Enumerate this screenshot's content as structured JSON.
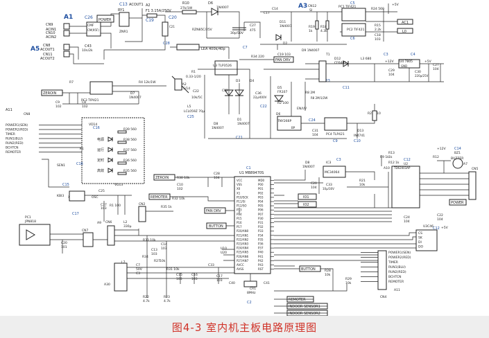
{
  "caption": "图4-3 室内机主板电路原理图",
  "colors": {
    "caption": "#d03228",
    "ref_highlight": "#1f4fa0",
    "caption_bg": "#eeeeee",
    "wire": "#222222"
  },
  "top_left": {
    "cn9_lines": [
      "CN9",
      "ACIN1"
    ],
    "cn10_lines": [
      "CN10",
      "ACIN2"
    ],
    "cn8_lines": [
      "CN8",
      "ACOUT1"
    ],
    "cn11_lines": [
      "CN11",
      "ACOUT2"
    ],
    "a1": "A1",
    "a5": "A5",
    "c26": "C26",
    "ry1": "RY1",
    "c13": "C13",
    "acout1": "ACOUT1",
    "c19": "C19",
    "c20": "C20",
    "power": "POWER",
    "varistor": "ZNR1",
    "cmf_lines": [
      "CMF",
      "CM(95F)"
    ],
    "c43": "C43",
    "cap": "10n/2k",
    "a2": "A2",
    "fuse": "F1 3.15A/250V",
    "f1": "F1",
    "c21": "C21"
  },
  "top_mid": {
    "r10": "R10",
    "r10v": "27k/1W",
    "d6": "D6",
    "d6v": "1N4007",
    "rzn": "RZN85C/25V",
    "c6v": "30p/50V",
    "c27": "C27",
    "c27v": "475",
    "d11": "D11",
    "d11v": "1N4007",
    "r19": "R19",
    "r19v": "1k",
    "r18": "R18",
    "r18v": "4.3k",
    "c14": "C14",
    "c17": "C17",
    "d2": "D2",
    "d9": "D9 1N4007",
    "c19b": "C19 103",
    "c20b": "C20",
    "c28": "C28",
    "c7": "C7",
    "lea": "LEA 400k/40p",
    "fan_drv": "FAN DRV",
    "r34": "R34 220",
    "u3": "U3 TLP3526",
    "r1": "R1",
    "r1v": "0.33-1/20"
  },
  "top_right": {
    "a3": "A3",
    "cn12": "CN12",
    "si": "SI",
    "c5": "C5",
    "pc1": "PC1 TIF421",
    "r24": "R24 560",
    "plus5v": "+5V",
    "ac1": "AC1",
    "c6": "C6",
    "pc2": "PC2 TIF421",
    "r15": "R15",
    "r15v": "2.2k",
    "l0": "L0",
    "c18": "C18",
    "c18v": "103",
    "c3_label": "C3",
    "c4_label": "C4",
    "u4": "U4 7805",
    "plus12v": "+12V",
    "plus5v2": "+5V",
    "d12": "D12",
    "d12v": "CF6401",
    "l3": "L3 680",
    "t1": "T1",
    "c23": "C23",
    "c11": "C11",
    "c27b": "C27",
    "c27bv": "104",
    "c29": "C29",
    "c29v": "104",
    "gnd": "GND",
    "c30": "C30",
    "c30v": "220μ/25V"
  },
  "mid_left": {
    "zero": "ZEROIN",
    "pc3": "PC3 TIP421",
    "d7": "D7",
    "d7v": "1N4007",
    "r4": "R4 12k/1W",
    "c9": "C9",
    "c9v": "102",
    "c8": "C8",
    "c8v": "102",
    "r7": "R7",
    "va2": "VA2",
    "va2v": "SCS/14",
    "c22": "C22",
    "c22v": "10k/5C",
    "c32": "C32",
    "l5": "L5",
    "lcl": "LCL059Z 70μ",
    "c25": "C25",
    "c36": "C36",
    "c36v": "22μ/400V",
    "d1": "D1",
    "d1v": "1N4007",
    "d3": "D3",
    "d4": "D4",
    "d5": "D5",
    "d5v": "FR107",
    "r2": "R2 100",
    "r3": "R3",
    "r8": "R8 2M",
    "c24": "C24",
    "r23": "R23 510",
    "d13": "D13",
    "d13v": "IN4741",
    "pc4": "PC4 TLP421",
    "c9b": "C9",
    "c10": "C10",
    "r8b": "R8 2M/1/2W",
    "d6b": "D6",
    "tnc": "TNY266P",
    "bp": "BP",
    "en": "EN/UV",
    "c31": "C31",
    "c31v": "104",
    "d8": "D8",
    "d8v": "1N4007",
    "c21b": "C21"
  },
  "left_io": {
    "a11": "A11",
    "cn8b": "CN8",
    "signals": [
      "POWER1(SEN)",
      "POWER2(RED)",
      "TIMER",
      "RUN1(BLU)",
      "RUN2(RED)",
      "BCHTCN",
      "REMOTER"
    ],
    "vd14": "VD14",
    "vd13": "VD13",
    "c16": "C16",
    "sen1": "SEN1",
    "c15": "C15",
    "led_labels": [
      "电源",
      "运行",
      "定时",
      "高效"
    ],
    "resistors": [
      "R39 560",
      "R38 560",
      "R37 560",
      "R36 560",
      "R35 560"
    ],
    "k1": "K1",
    "c16b": "C16",
    "x1": "X1",
    "c25b": "C25",
    "c37": "C37",
    "c37v": "103",
    "r1b": "R1 100",
    "a9": "A9",
    "k": "KBI3",
    "c17": "C17",
    "osc": "OSC"
  },
  "mcu": {
    "u1": "U1 MB89470S",
    "ic1": "IC1",
    "c1": "C1",
    "left_pins": [
      "VCC",
      "VSS",
      "X0",
      "X1",
      "P10/SCK",
      "P11/SI",
      "P12/SO",
      "P13",
      "P14",
      "P15",
      "P16",
      "P17",
      "P20/AN0",
      "P21/AN1",
      "P22/AN2",
      "P23/AN3",
      "P24/AN4",
      "P25/AN5",
      "P26/AN6",
      "P27/AN7",
      "AVCC",
      "AVSS"
    ],
    "right_pins": [
      "MD0",
      "P00",
      "P01",
      "P02",
      "P03",
      "P04",
      "P05",
      "P06",
      "P07",
      "P30",
      "P31",
      "P32",
      "P33",
      "P34",
      "P35",
      "P36",
      "P37",
      "P40",
      "P41",
      "P42",
      "P43",
      "RST"
    ],
    "zeroin": "ZEROIN",
    "r30": "R30 10k",
    "c10b": "C10",
    "c10bv": "102",
    "c28b": "C28",
    "c28bv": "104",
    "remoter": "REMOTER",
    "r32": "R32 10k",
    "r35": "R35 1k",
    "fan_drv2": "FAN DRV",
    "button": "BUTTON",
    "cn2": "CN2",
    "cr1": "CR1",
    "cr1v": "8MHz",
    "c2": "C2",
    "c40": "C40",
    "c41": "C41",
    "u10": "U10",
    "u20": "U20"
  },
  "right_mid": {
    "d8b": "D8",
    "d8bv": "1N4007",
    "ic3": "IC3",
    "mc": "MC34064",
    "c3b": "C3",
    "c20c": "C20",
    "c20cv": "104",
    "c33": "C33",
    "c33v": "10μ/16V",
    "r21": "R21",
    "r21v": "10k",
    "io1": "IO1",
    "io2": "IO2",
    "r13": "R13",
    "r13v": "1k",
    "r12": "R12",
    "r12v": "1k",
    "r9": "R9 1k",
    "cn5b": "CN5",
    "a10": "A10",
    "a10v": "A10",
    "step": "TD62003AP",
    "c12": "C12",
    "u2": "U2",
    "buzzer": "BUZZER",
    "bz1": "BZ1",
    "c14b": "C14",
    "plus12v2": "+12V",
    "r12b": "R12",
    "a7": "A7",
    "power_out": "POWER",
    "c24b": "C24",
    "c24bv": "104",
    "c22b": "C22",
    "c22bv": "104",
    "u3b": "U3C46",
    "plus5v3": "+5V",
    "eeprom_pins": [
      "CS",
      "SK",
      "DI",
      "DO"
    ],
    "c12b": "C12"
  },
  "bottom_left": {
    "pc1b": "PC1",
    "jpn": "JPN818",
    "c20d": "C20",
    "c20dv": "101",
    "cn7": "CN7",
    "cn6": "CN6",
    "l2": "L2",
    "l2v": "330μ",
    "r33": "R33 10k",
    "c14c": "C14",
    "c14cv": "103",
    "c13b": "C13",
    "c13bv": "103",
    "r34b": "R34",
    "l7": "L7",
    "c7b": "C7",
    "c7bv": "50V",
    "c3c": "C3",
    "r27": "R27",
    "r27v": "10k",
    "r22": "R22",
    "r22v": "4.7k",
    "r23b": "R23",
    "r23bv": "4.7k",
    "a30": "A30",
    "c15b": "C15",
    "c15bv": "103",
    "c16c": "C16",
    "c16cv": "103",
    "r31": "R31 10k",
    "c17b": "C17",
    "c17bv": "103",
    "c33b": "C33"
  },
  "bottom_right": {
    "button2": "BUTTON",
    "r28": "R28",
    "r28v": "10k",
    "r29": "R29",
    "r29v": "10k",
    "remoter2": "REMOTER",
    "indoor1": "INDOOR SENSOR1",
    "indoor2": "INDOOR SENSOR2",
    "cn4": "CN4",
    "a11b": "A11",
    "signals": [
      "POWER1(SEN)",
      "POWER2(RED)",
      "TIMER",
      "RUN1(BLU)",
      "RUN2(RED)",
      "BCHTCN",
      "REMOTER"
    ]
  },
  "annotation_labels": [
    "A1",
    "A5",
    "A3",
    "C13",
    "C26",
    "C19",
    "C20",
    "C5",
    "C6",
    "C27",
    "C28",
    "C7",
    "C4",
    "C12",
    "C14",
    "C10",
    "C9",
    "C11",
    "C22",
    "C23",
    "C24",
    "C25",
    "C21",
    "C18",
    "C16",
    "C15",
    "C17",
    "C1",
    "C2",
    "C3"
  ]
}
